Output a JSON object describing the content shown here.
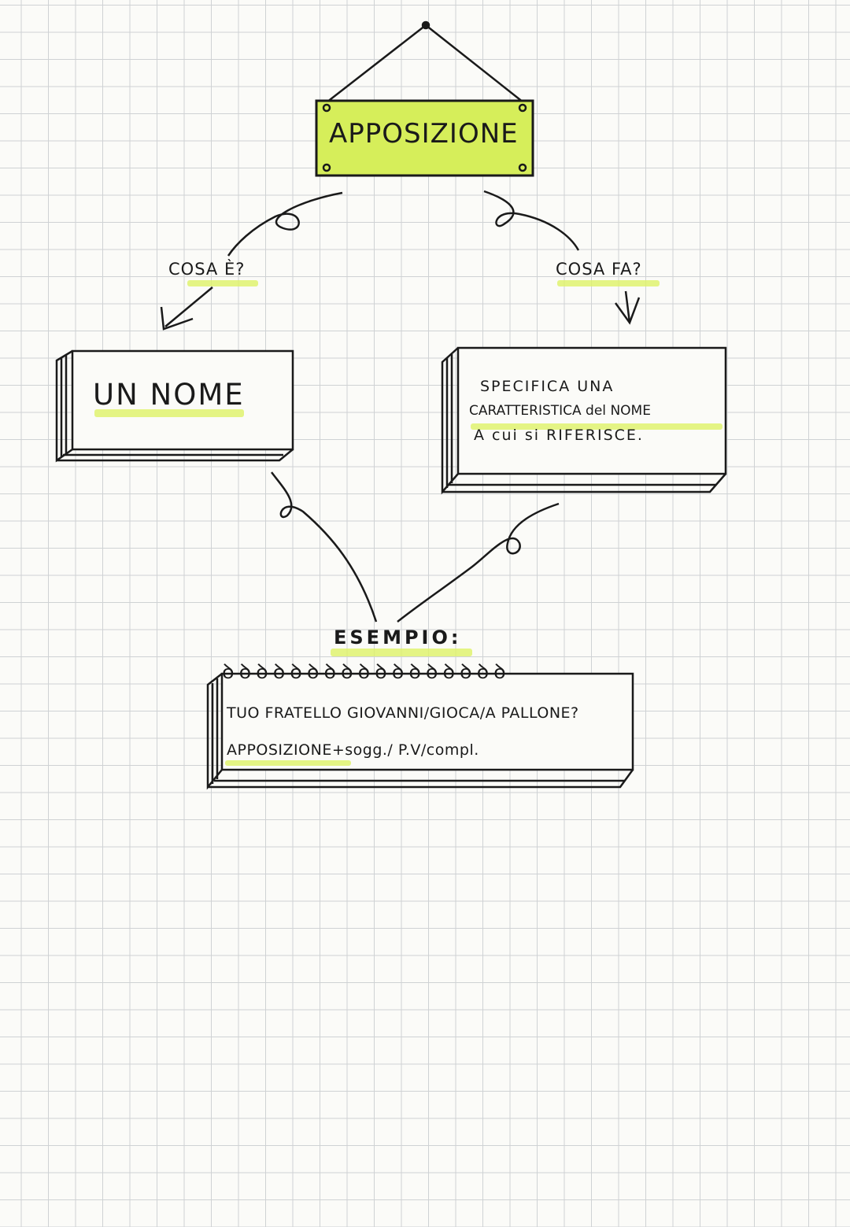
{
  "title": "APPOSIZIONE",
  "left_branch": {
    "question": "COSA È?",
    "answer": "UN NOME"
  },
  "right_branch": {
    "question": "COSA FA?",
    "answer_lines": [
      "SPECIFICA UNA",
      "CARATTERISTICA del NOME",
      "A cui si RIFERISCE."
    ]
  },
  "example": {
    "label": "ESEMPIO:",
    "sentence": "TUO FRATELLO GIOVANNI/GIOCA/A PALLONE?",
    "analysis": "APPOSIZIONE+sogg./ P.V/compl."
  },
  "colors": {
    "highlighter": "#dff266",
    "sign_fill": "#d6ee5a",
    "ink": "#1a1a1a",
    "grid": "#cfd2d4"
  }
}
